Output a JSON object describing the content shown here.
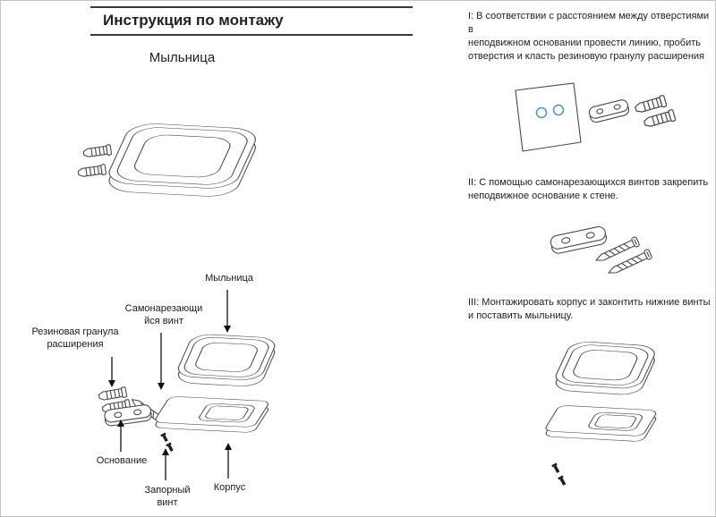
{
  "header": {
    "title": "Инструкция по монтажу",
    "product": "Мыльница"
  },
  "exploded": {
    "soap_dish": "Мыльница",
    "self_tapping_screw": "Самонарезающи\nйся винт",
    "rubber_granule": "Резиновая гранула\nрасширения",
    "base": "Основание",
    "locking_screw": "Запорный\nвинт",
    "body": "Корпус"
  },
  "steps": {
    "step1": "I: В соответствии с расстоянием между отверстиями в\nнеподвижном основании провести линию, пробить\nотверстия и класть резиновую гранулу расширения",
    "step2": "II: С помощью самонарезающихся винтов закрепить\nнеподвижное основание к стене.",
    "step3": "III: Монтажировать корпус и законтить нижние винты\nи поставить мыльницу."
  },
  "colors": {
    "line": "#4a4a4a",
    "hole_accent": "#4a90c4"
  }
}
